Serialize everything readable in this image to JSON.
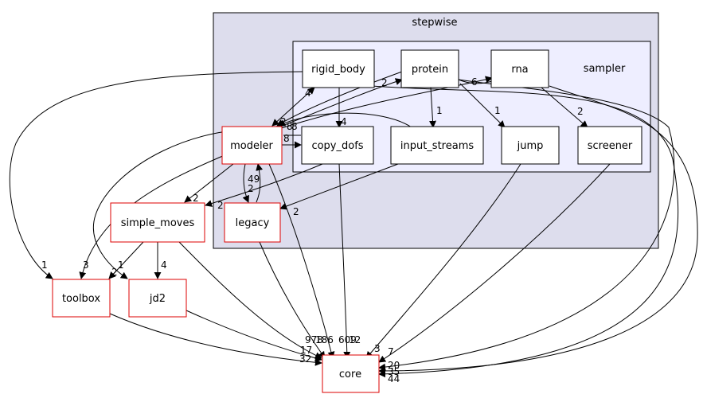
{
  "diagram": {
    "clusters": {
      "outer": "stepwise",
      "inner": "sampler"
    },
    "nodes": {
      "rigid_body": "rigid_body",
      "protein": "protein",
      "rna": "rna",
      "modeler": "modeler",
      "copy_dofs": "copy_dofs",
      "input_streams": "input_streams",
      "jump": "jump",
      "screener": "screener",
      "legacy": "legacy",
      "simple_moves": "simple_moves",
      "toolbox": "toolbox",
      "jd2": "jd2",
      "core": "core"
    },
    "edge_labels": {
      "rb_modeler": "4",
      "rb_copy": "4",
      "prot_modeler": "2",
      "prot_input": "1",
      "prot_jump": "1",
      "prot_rb": "2",
      "rna_prot": "6",
      "rna_screener": "2",
      "mod_rb": "2",
      "mod_prot": "8",
      "mod_rna": "8",
      "mod_copy": "8",
      "mod_simple": "2",
      "mod_legacy": "2",
      "legacy_mod": "49",
      "input_legacy": "2",
      "copy_simple": "2",
      "simple_toolbox": "1",
      "simple_jd2": "4",
      "mod_toolbox": "3",
      "mod_jd2": "2",
      "rb_toolbox": "1",
      "simple_core": "978",
      "mod_core": "186",
      "copy_core": "609",
      "legacy_core": "12",
      "jump_core": "3",
      "screener_core": "7",
      "toolbox_core": "32",
      "jd2_core": "17",
      "prot_core": "20",
      "rna_core": "35",
      "rb_core": "44"
    },
    "colors": {
      "outer_fill": "#dddded",
      "inner_fill": "#eeeeff",
      "red_border": "#dd0000",
      "black_border": "#000000"
    }
  }
}
